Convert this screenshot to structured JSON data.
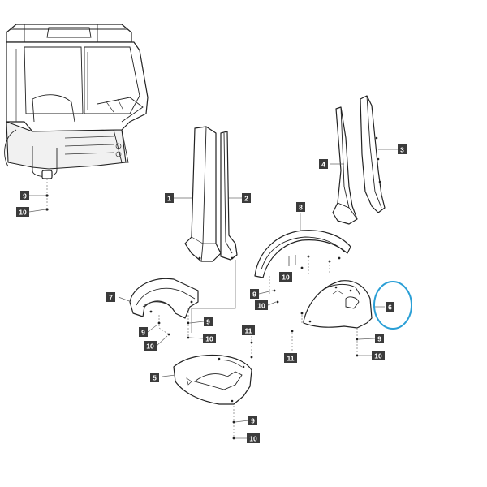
{
  "labels": {
    "l1": "1",
    "l2": "2",
    "l3": "3",
    "l4": "4",
    "l5": "5",
    "l6": "6",
    "l7": "7",
    "l8": "8",
    "l9a": "9",
    "l10a": "10",
    "l9b": "9",
    "l10b": "10",
    "l9c": "9",
    "l10c": "10",
    "l9d": "9",
    "l10d": "10",
    "l9e": "9",
    "l10e": "10",
    "l9f": "9",
    "l10f": "10",
    "l11a": "11",
    "l11b": "11"
  },
  "colors": {
    "label_bg": "#3b3b3b",
    "highlight_circle": "#2a9fd6"
  },
  "highlighted_part": "6"
}
